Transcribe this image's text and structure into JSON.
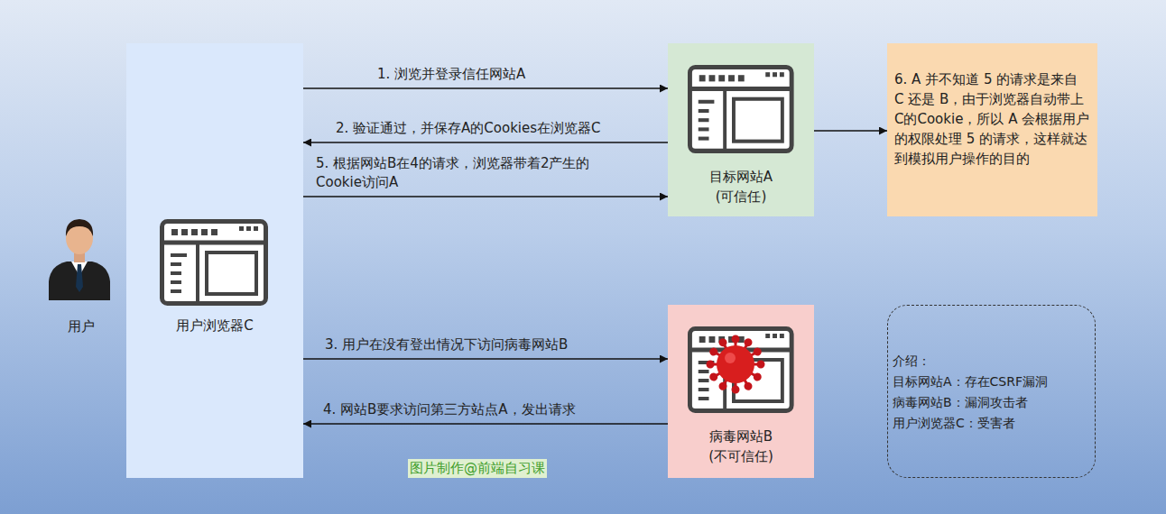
{
  "diagram": {
    "nodes": [
      {
        "text": [
          "用户"
        ]
      },
      {
        "text": [
          "用户浏览器C"
        ]
      },
      {
        "text": [
          "目标网站A (可信任)"
        ]
      },
      {
        "text": [
          "6. A 并不知道 5 的请求是来自 C 还是 B，由于浏览器自动带上C的Cookie，所以 A 会根据用户的权限处理 5 的请求，这样就达到模拟用户操作的目的"
        ]
      },
      {
        "text": [
          "病毒网站B (不可信任)"
        ]
      },
      {
        "text": [
          "介绍：",
          "目标网站A：存在CSRF漏洞",
          "病毒网站B：漏洞攻击者",
          "用户浏览器C：受害者"
        ]
      }
    ],
    "edges": [
      {
        "from": 1,
        "to": 2,
        "arrow": "to",
        "label": "1. 浏览并登录信任网站A"
      },
      {
        "from": 2,
        "to": 1,
        "arrow": "to",
        "label": "2. 验证通过，并保存A的Cookies在浏览器C"
      },
      {
        "from": 1,
        "to": 4,
        "arrow": "to",
        "label": "3. 用户在没有登出情况下访问病毒网站B"
      },
      {
        "from": 4,
        "to": 1,
        "arrow": "to",
        "label": "4. 网站B要求访问第三方站点A，发出请求"
      },
      {
        "from": 1,
        "to": 2,
        "arrow": "to",
        "label": "5. 根据网站B在4的请求，浏览器带着2产生的Cookie访问A"
      },
      {
        "from": 2,
        "to": 3,
        "arrow": "to"
      }
    ],
    "labels": [
      "图片制作@前端自习课"
    ]
  }
}
